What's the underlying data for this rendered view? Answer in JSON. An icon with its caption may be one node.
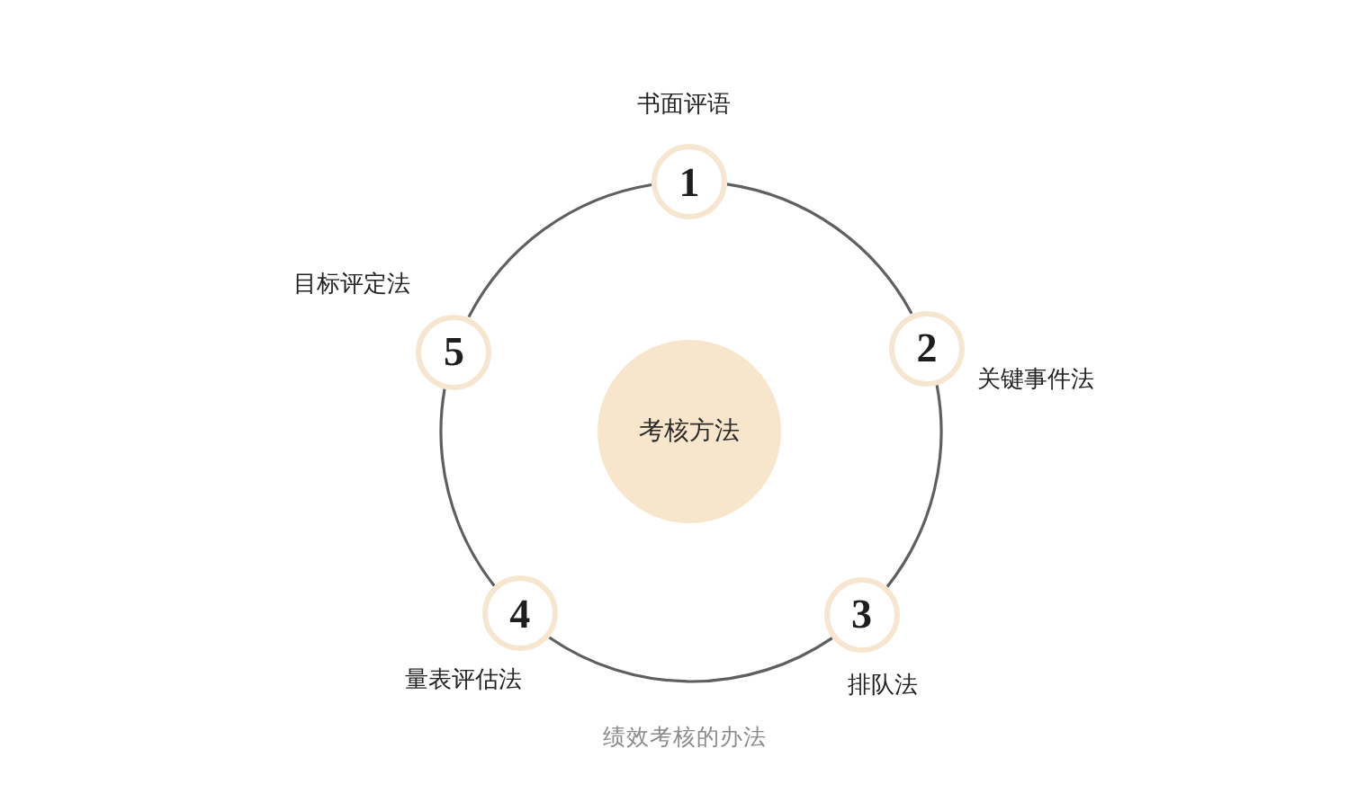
{
  "diagram": {
    "caption": "绩效考核的办法",
    "nodes": [
      {
        "text": [
          "1"
        ],
        "beside": [
          "书面评语"
        ]
      },
      {
        "text": [
          "2"
        ],
        "beside": [
          "关键事件法"
        ]
      },
      {
        "text": [
          "3"
        ],
        "beside": [
          "排队法"
        ]
      },
      {
        "text": [
          "4"
        ],
        "beside": [
          "量表评估法"
        ]
      },
      {
        "text": [
          "5"
        ],
        "beside": [
          "目标评定法"
        ]
      },
      {
        "text": [
          "考核方法"
        ]
      }
    ],
    "edges": [
      {
        "from": 0,
        "to": 1,
        "arrow": "none"
      },
      {
        "from": 1,
        "to": 2,
        "arrow": "none"
      },
      {
        "from": 2,
        "to": 3,
        "arrow": "none"
      },
      {
        "from": 3,
        "to": 4,
        "arrow": "none"
      },
      {
        "from": 4,
        "to": 0,
        "arrow": "none"
      }
    ]
  }
}
